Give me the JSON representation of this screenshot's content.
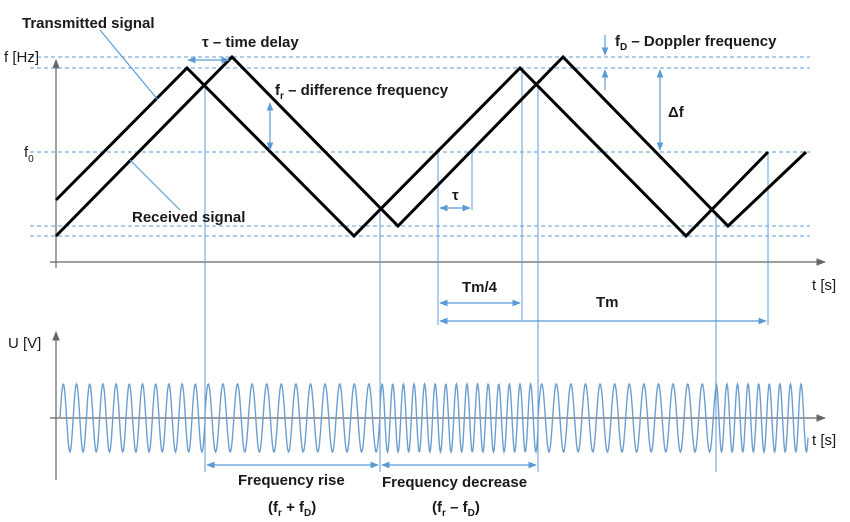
{
  "labels": {
    "transmitted": "Transmitted signal",
    "received": "Received signal",
    "time_delay": "τ – time delay",
    "doppler_f": "f",
    "doppler_sub": "D",
    "doppler_rest": " – Doppler frequency",
    "diff_f": "f",
    "diff_sub": "r",
    "diff_rest": " – difference frequency",
    "delta_f": "Δf",
    "tau": "τ",
    "tm4": "Tm/4",
    "tm": "Tm",
    "freq_rise": "Frequency rise",
    "freq_decrease": "Frequency decrease",
    "rise_formula_pre": "(f",
    "rise_formula_r": "r",
    "rise_formula_mid": " + f",
    "rise_formula_d": "D",
    "rise_formula_post": ")",
    "dec_formula_pre": "(f",
    "dec_formula_r": "r",
    "dec_formula_mid": " – f",
    "dec_formula_d": "D",
    "dec_formula_post": ")"
  },
  "axes": {
    "freq_ylabel": "f [Hz]",
    "f0_main": "f",
    "f0_sub": "0",
    "time_label": "t [s]",
    "u_ylabel": "U [V]",
    "time_label_bottom": "t [s]"
  },
  "colors": {
    "signal": "#000000",
    "guide": "#5b9bd5",
    "wave": "#6c9fd0",
    "wave_dark": "#3a6ea5",
    "axis": "#555555"
  }
}
